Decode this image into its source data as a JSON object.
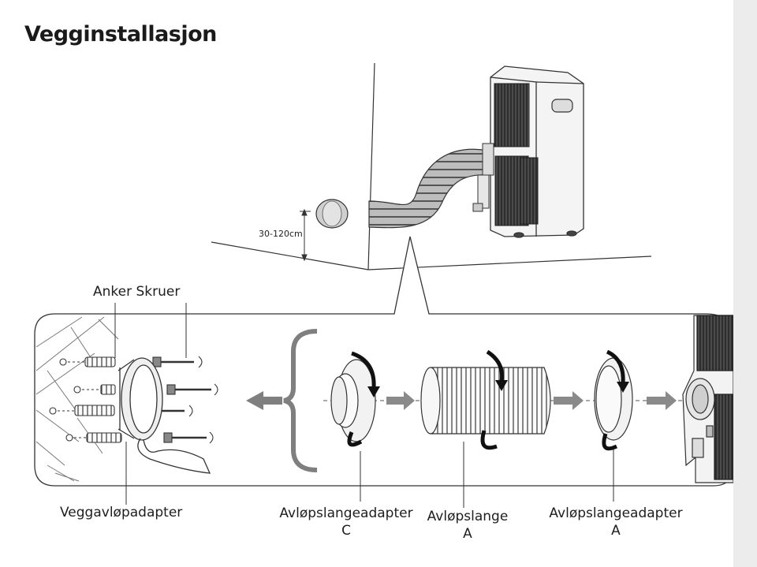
{
  "page": {
    "title": "Vegginstallasjon"
  },
  "overview": {
    "height_range": "30-120cm"
  },
  "labels": {
    "anchor_screws": "Anker Skruer",
    "wall_adapter": "Veggavløpadapter",
    "adapter_c_name": "Avløpslangeadapter",
    "adapter_c_letter": "C",
    "hose_name": "Avløpslange",
    "hose_letter": "A",
    "adapter_a_name": "Avløpslangeadapter",
    "adapter_a_letter": "A"
  },
  "colors": {
    "line": "#333333",
    "arrow_gray": "#8a8a8a",
    "bracket_gray": "#7f7f7f",
    "unit_body": "#f4f4f4",
    "grille_dark": "#3a3a3a",
    "sidebar": "#ececec"
  }
}
